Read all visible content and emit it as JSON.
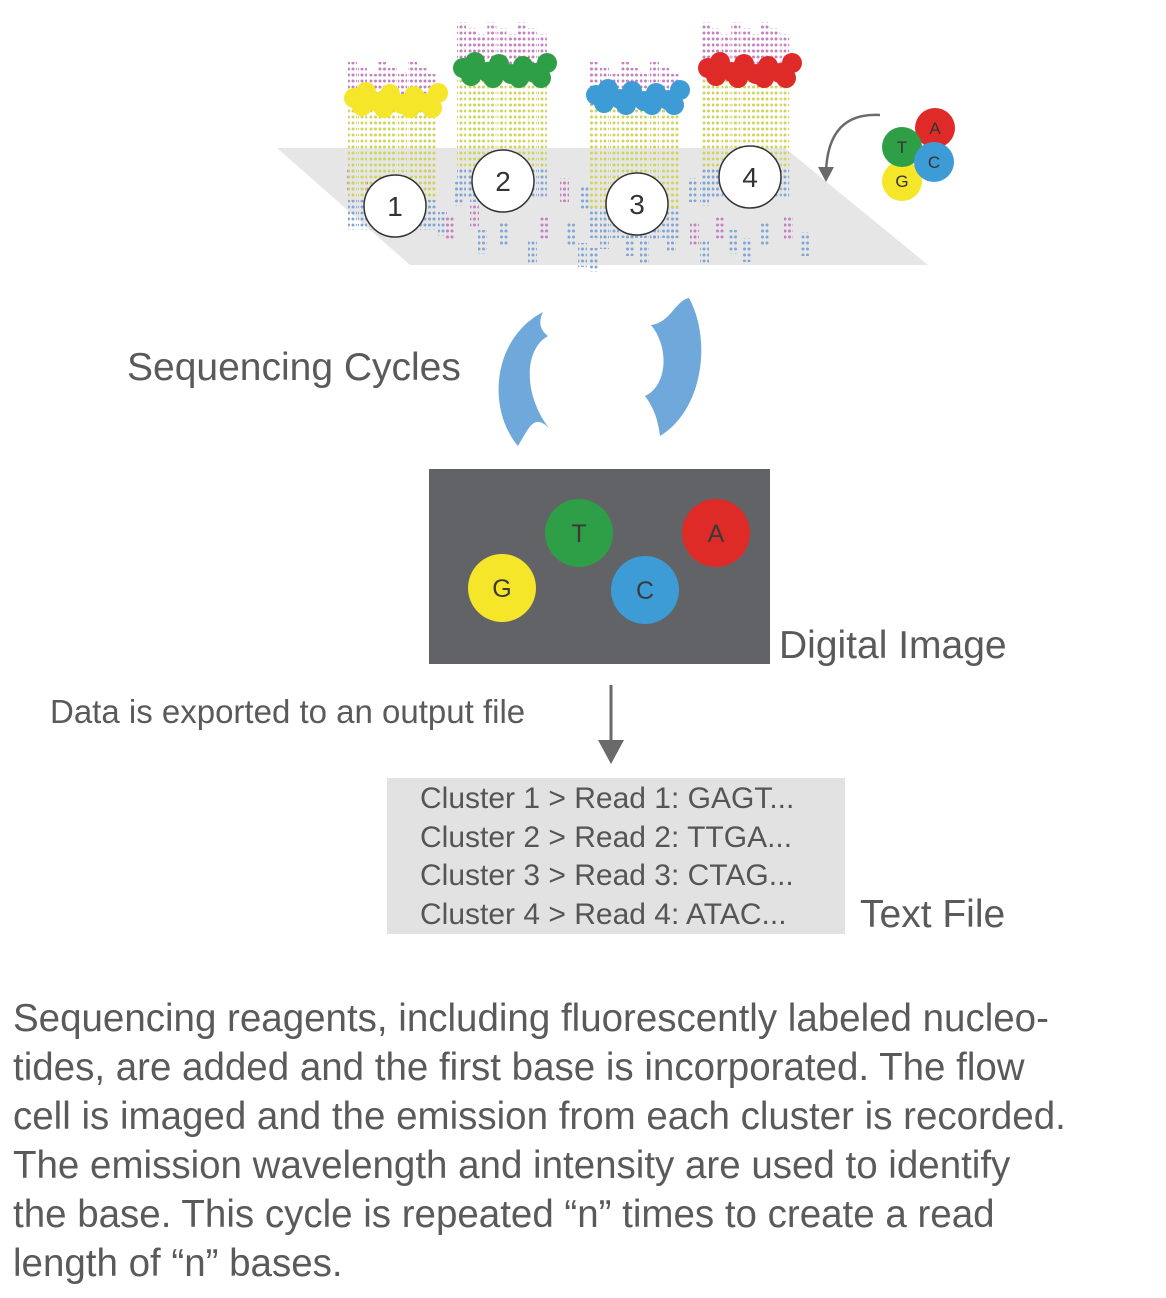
{
  "flowcell": {
    "clusters": [
      {
        "number": "1",
        "dye_color": "#f5e62a"
      },
      {
        "number": "2",
        "dye_color": "#2e9e47"
      },
      {
        "number": "3",
        "dye_color": "#3d9bd6"
      },
      {
        "number": "4",
        "dye_color": "#de2b28"
      }
    ],
    "reagents": [
      {
        "base": "A",
        "color": "#de2b28"
      },
      {
        "base": "T",
        "color": "#2e9e47"
      },
      {
        "base": "C",
        "color": "#3d9bd6"
      },
      {
        "base": "G",
        "color": "#f5e62a"
      }
    ]
  },
  "labels": {
    "sequencing_cycles": "Sequencing Cycles",
    "digital_image": "Digital Image",
    "export": "Data is exported to an output file",
    "text_file": "Text File"
  },
  "digital_image": {
    "background": "#626366",
    "spots": [
      {
        "base": "T",
        "color": "#2e9e47"
      },
      {
        "base": "A",
        "color": "#de2b28"
      },
      {
        "base": "G",
        "color": "#f5e62a"
      },
      {
        "base": "C",
        "color": "#3d9bd6"
      }
    ]
  },
  "text_file": {
    "lines": [
      "Cluster 1 > Read 1: GAGT...",
      "Cluster 2 > Read 2: TTGA...",
      "Cluster 3 > Read 3: CTAG...",
      "Cluster 4 > Read 4: ATAC..."
    ]
  },
  "description": {
    "lines": [
      "Sequencing reagents, including fluorescently labeled nucleo-",
      "tides, are added and the first base is incorporated. The flow",
      "cell is imaged and the emission from each cluster is recorded.",
      "The emission wavelength and intensity are used to identify",
      "the base. This cycle is repeated “n” times to create a read",
      "length of “n” bases."
    ]
  },
  "colors": {
    "cycle_arrow": "#6fa8da",
    "flowcell_plane": "#e6e6e6",
    "strand_yellow": "#cfd45a",
    "strand_blue": "#7fa6d6",
    "strand_pink": "#c77fc2",
    "arrow_gray": "#6a6a6a"
  }
}
